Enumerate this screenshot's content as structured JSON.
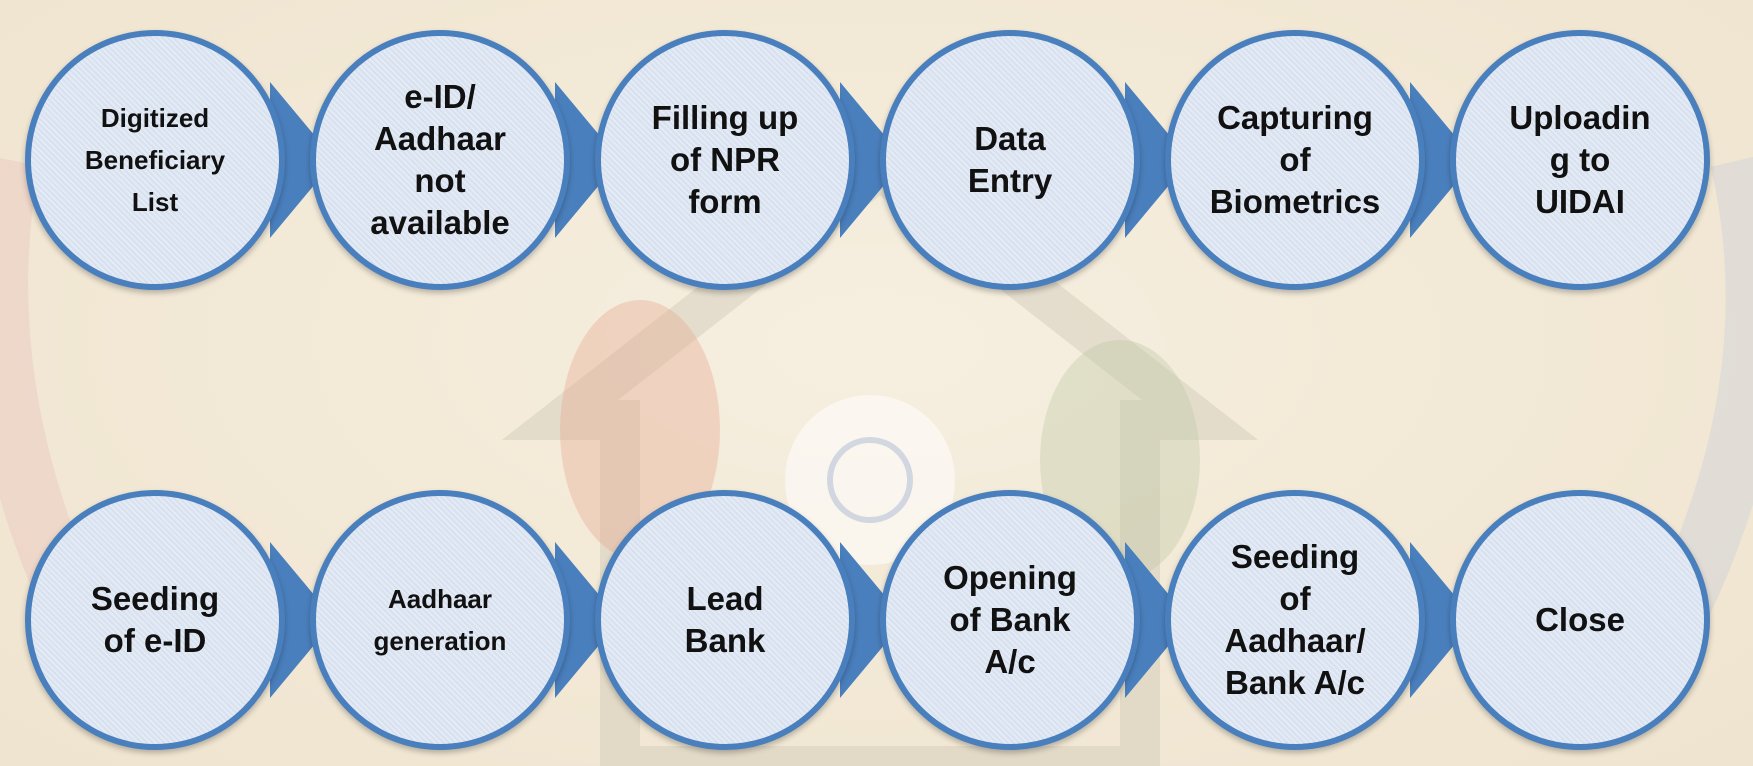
{
  "colors": {
    "node_fill": "#d7e1ef",
    "node_border": "#4a7fbd",
    "connector": "#4a7fbd"
  },
  "row1": [
    {
      "label": "Digitized\nBeneficiary\nList"
    },
    {
      "label": "e-ID/\nAadhaar\nnot\navailable"
    },
    {
      "label": "Filling up\nof NPR\nform"
    },
    {
      "label": "Data\nEntry"
    },
    {
      "label": "Capturing\nof\nBiometrics"
    },
    {
      "label": "Uploadin\ng to\nUIDAI"
    }
  ],
  "row2": [
    {
      "label": "Seeding\nof e-ID"
    },
    {
      "label": "Aadhaar\ngeneration"
    },
    {
      "label": "Lead\nBank"
    },
    {
      "label": "Opening\nof Bank\nA/c"
    },
    {
      "label": "Seeding\nof\nAadhaar/\nBank A/c"
    },
    {
      "label": "Close"
    }
  ]
}
